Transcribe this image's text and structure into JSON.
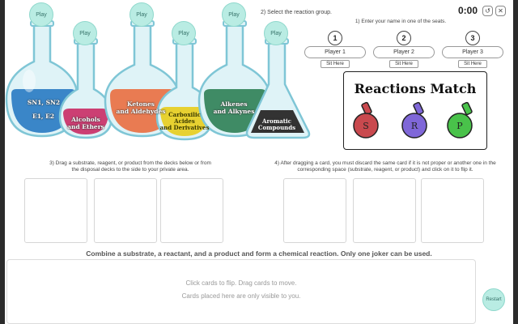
{
  "flasks": [
    {
      "play": "Play",
      "label": [
        "SN1, SN2",
        "",
        "E1, E2"
      ]
    },
    {
      "play": "Play",
      "label": [
        "Alcohols",
        "and Ethers"
      ]
    },
    {
      "play": "Play",
      "label": [
        "Ketones",
        "and Aldehydes"
      ]
    },
    {
      "play": "Play",
      "label": [
        "Carboxilic",
        "Acides",
        "and Derivatives"
      ]
    },
    {
      "play": "Play",
      "label": [
        "Alkenes",
        "and Alkynes"
      ]
    },
    {
      "play": "Play",
      "label": [
        "Aromatic",
        "Compounds"
      ]
    }
  ],
  "steps": {
    "select_group": "2) Select the reaction group.",
    "enter_name": "1) Enter your name in one of the seats.",
    "drag_cards": "3) Drag a substrate, reagent, or product from the decks below or from the disposal decks to the side to your private area.",
    "discard": "4) After dragging a card, you must discard the same card if it is not proper or another one in the corresponding space (substrate, reagent, or product) and click on it to flip it."
  },
  "timer": "0:00",
  "controls": {
    "reset_icon": "undo-icon",
    "close_icon": "close-icon"
  },
  "players": [
    {
      "number": "1",
      "name": "Player 1",
      "sit": "Sit Here"
    },
    {
      "number": "2",
      "name": "Player 2",
      "sit": "Sit Here"
    },
    {
      "number": "3",
      "name": "Player 3",
      "sit": "Sit Here"
    }
  ],
  "logo": {
    "title": "Reactions Match",
    "flasks": [
      {
        "letter": "S",
        "color": "#c9494e"
      },
      {
        "letter": "R",
        "color": "#7f67d8"
      },
      {
        "letter": "P",
        "color": "#49c24a"
      }
    ]
  },
  "instruction": "Combine a substrate, a reactant, and a product and form a chemical reaction. Only one joker can be used.",
  "hand": {
    "line1": "Click cards to flip.   Drag cards to move.",
    "line2": "Cards placed here are only visible to you."
  },
  "restart": "Restart",
  "colors": {
    "sn": "#3a86c8",
    "alcohols": "#cc3f73",
    "ketones": "#e97b52",
    "carboxilic": "#e7d131",
    "alkenes": "#3f8b65",
    "aromatic": "#333333",
    "glass": "#dff3f7",
    "glass_stroke": "#7fc6d6",
    "play": "#b9ece3"
  }
}
